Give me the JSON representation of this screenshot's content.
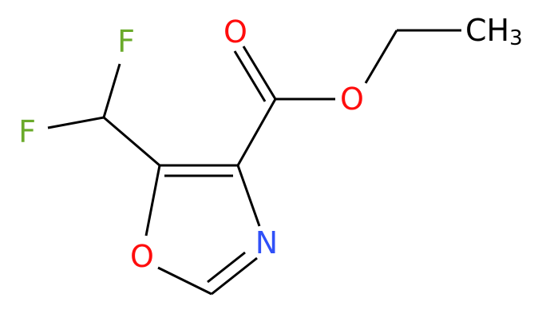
{
  "molecule": {
    "atoms": {
      "fluorine_top": "F",
      "fluorine_left": "F",
      "carbonyl_oxygen": "O",
      "ester_oxygen": "O",
      "ring_oxygen": "O",
      "ring_nitrogen": "N",
      "methyl_main": "CH",
      "methyl_sub": "3"
    }
  },
  "colors": {
    "fluorine": "#6aaa2a",
    "oxygen": "#ff0d0d",
    "nitrogen": "#3050f8",
    "carbon": "#000000"
  }
}
